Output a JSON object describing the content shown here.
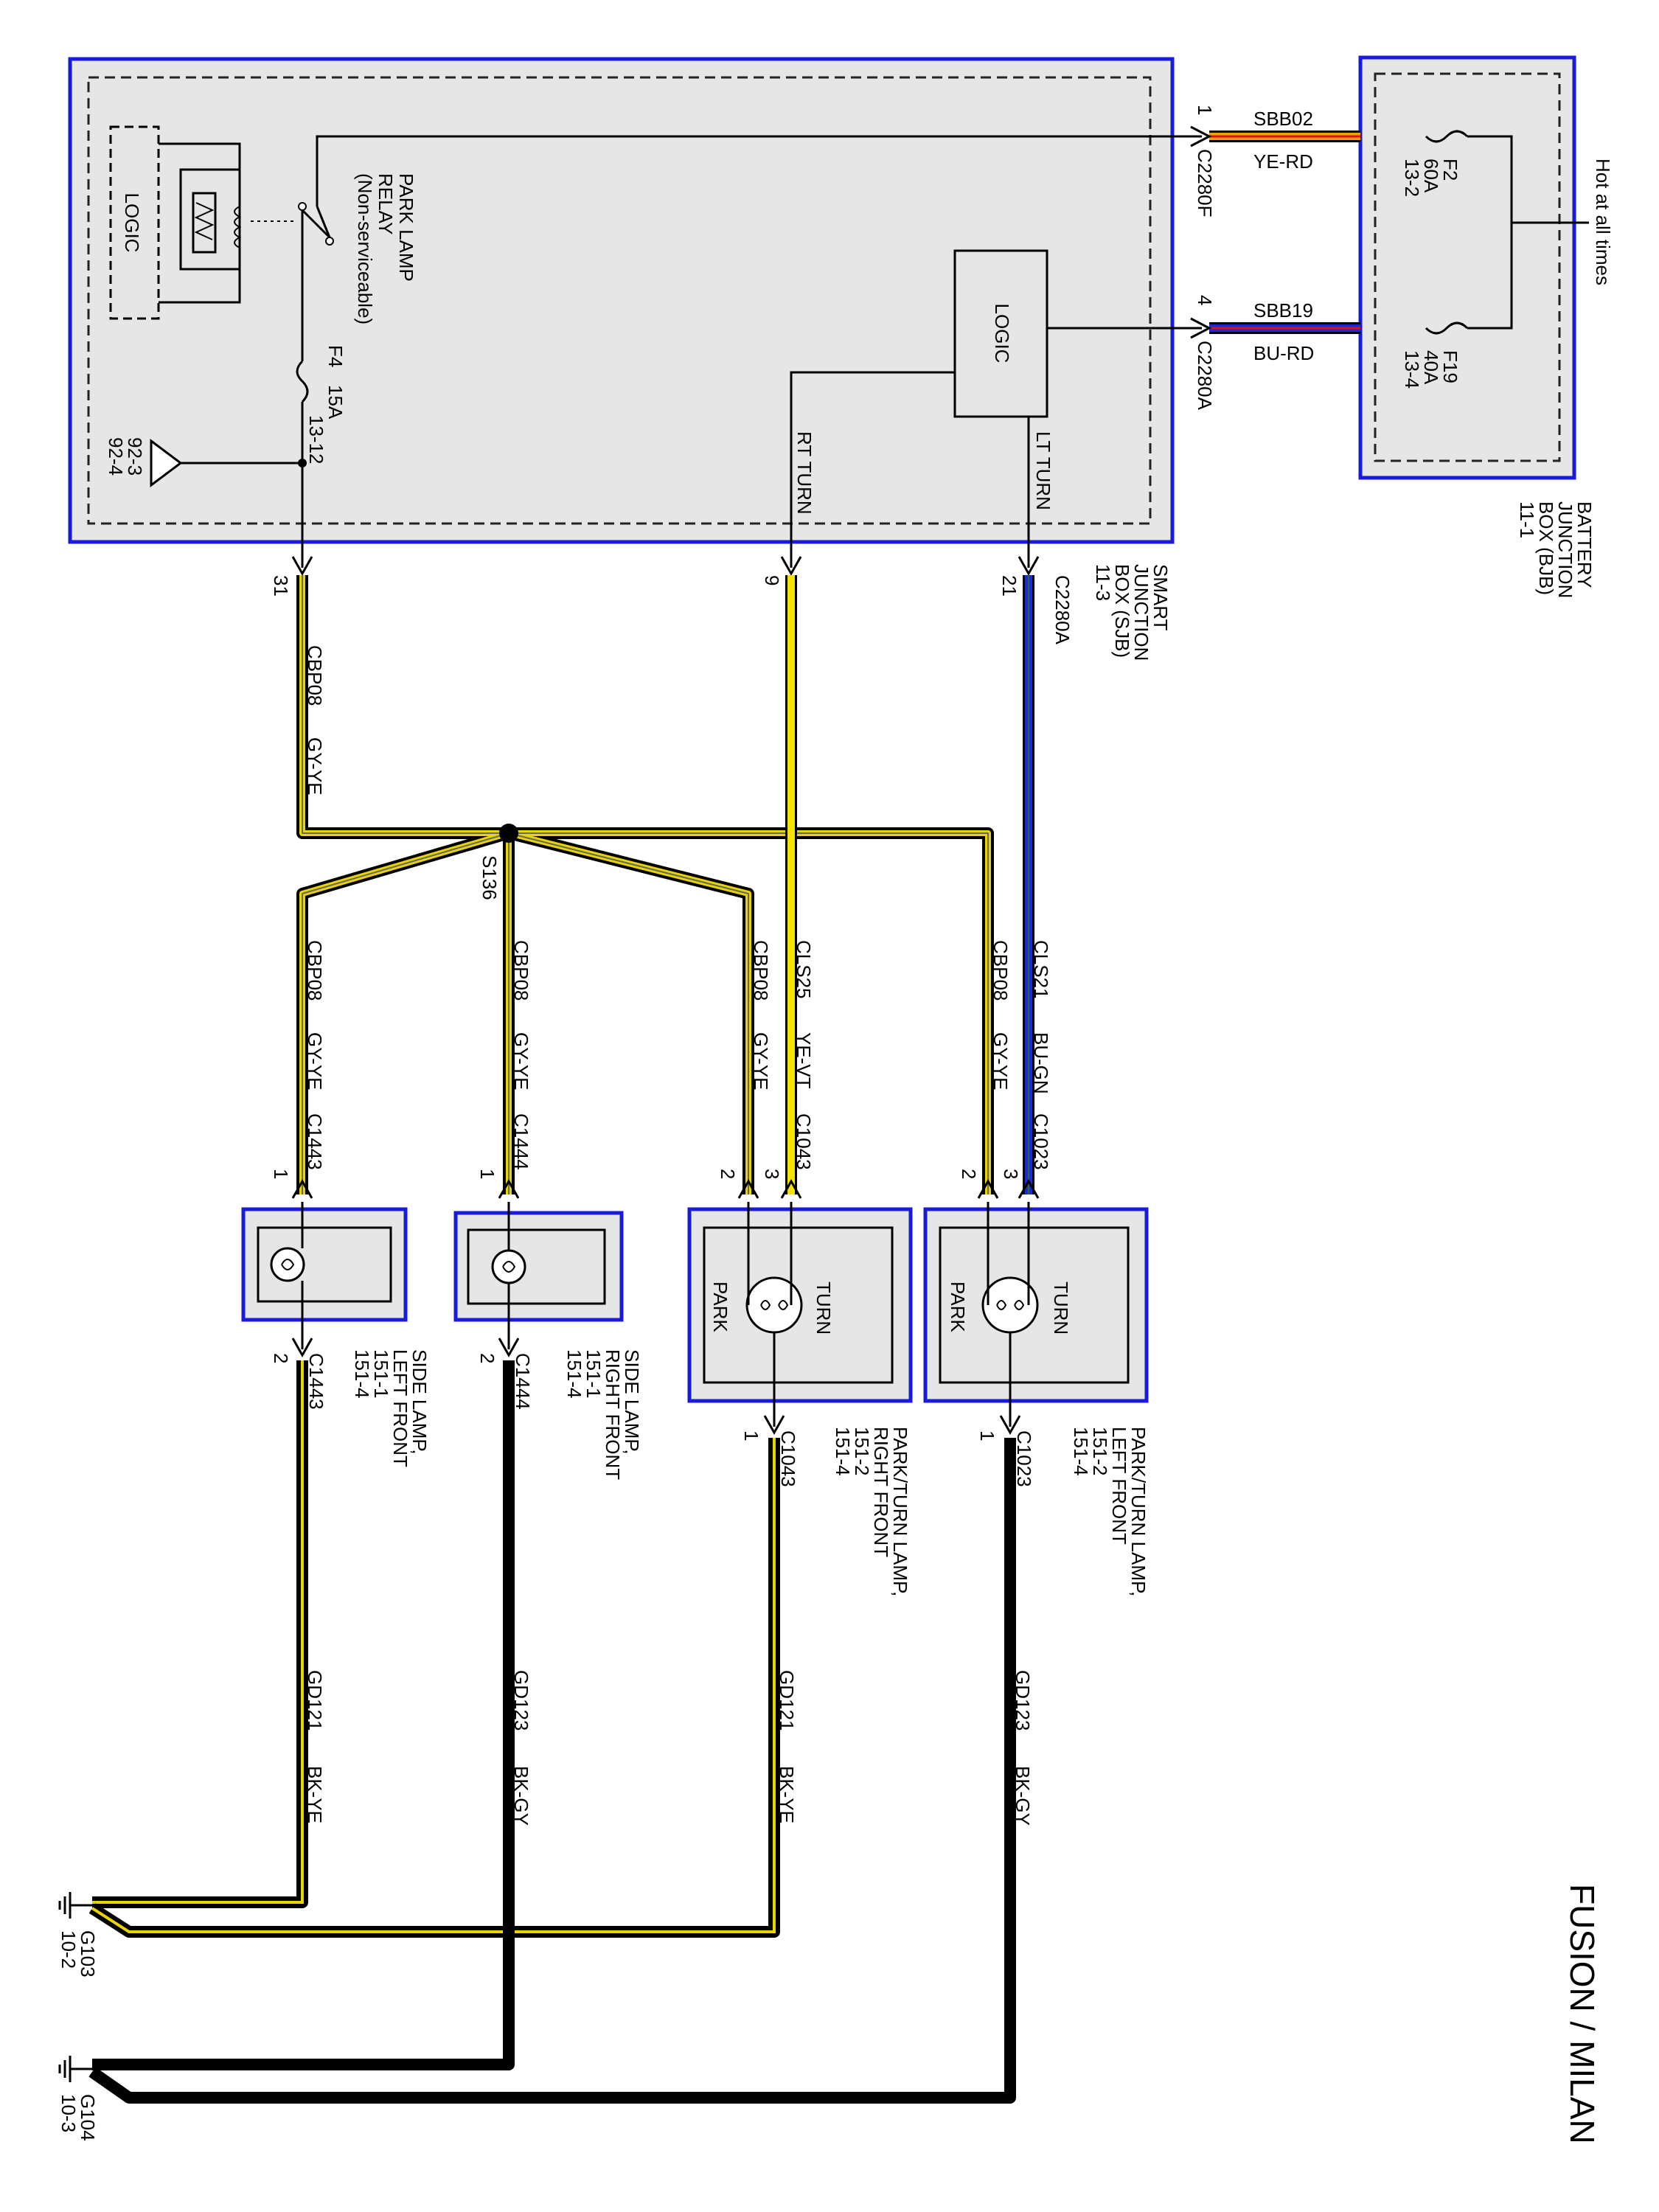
{
  "title": "FUSION / MILAN",
  "colors": {
    "gray_yellow": "#e8d400",
    "yellow": "#f4e200",
    "blue": "#1a2ad8",
    "red": "#e01010",
    "orange": "#f0a000",
    "black": "#000000",
    "module_border": "#1a1adc",
    "module_fill": "#e6e6e6"
  },
  "modules": {
    "sjb": {
      "name": "SMART",
      "line2": "JUNCTION",
      "line3": "BOX (SJB)",
      "ref": "11-3"
    },
    "bjb": {
      "name": "BATTERY",
      "line2": "JUNCTION",
      "line3": "BOX (BJB)",
      "ref": "11-1"
    }
  },
  "sjb": {
    "logic_left": "LOGIC",
    "logic_right": "LOGIC",
    "relay": {
      "l1": "PARK LAMP",
      "l2": "RELAY",
      "l3": "(Non-serviceable)"
    },
    "fuse_f4": {
      "name": "F4",
      "amp": "15A",
      "ref": "13-12"
    },
    "ground_ref1": "92-3",
    "ground_ref2": "92-4",
    "rt_turn": "RT TURN",
    "lt_turn": "LT TURN"
  },
  "bjb": {
    "hot": "Hot at all times",
    "fuse_f2": {
      "name": "F2",
      "amp": "60A",
      "ref": "13-2"
    },
    "fuse_f19": {
      "name": "F19",
      "amp": "40A",
      "ref": "13-4"
    }
  },
  "connectors": {
    "c2280f": {
      "pin": "1",
      "name": "C2280F",
      "circuit": "SBB02",
      "color": "YE-RD"
    },
    "c2280a_in": {
      "pin": "4",
      "name": "C2280A",
      "circuit": "SBB19",
      "color": "BU-RD"
    },
    "pin31": "31",
    "pin9": "9",
    "pin21": "21",
    "c2280a_out": "C2280A"
  },
  "wires": {
    "cbp08_main": {
      "circuit": "CBP08",
      "color": "GY-YE"
    },
    "splice": "S136",
    "b1": {
      "circuit": "CBP08",
      "color": "GY-YE",
      "conn": "C1443",
      "pin": "1"
    },
    "b2": {
      "circuit": "CBP08",
      "color": "GY-YE",
      "conn": "C1444",
      "pin": "1"
    },
    "b3": {
      "circuit": "CBP08",
      "color": "GY-YE",
      "pin": "2"
    },
    "cls25": {
      "circuit": "CLS25",
      "color": "YE-VT",
      "conn": "C1043",
      "pin": "3"
    },
    "b4": {
      "circuit": "CBP08",
      "color": "GY-YE",
      "pin": "2"
    },
    "cls21": {
      "circuit": "CLS21",
      "color": "BU-GN",
      "conn": "C1023",
      "pin": "3"
    }
  },
  "lamps": {
    "side_lf": {
      "l1": "SIDE LAMP,",
      "l2": "LEFT FRONT",
      "r1": "151-1",
      "r2": "151-4",
      "conn": "C1443",
      "pin": "2"
    },
    "side_rf": {
      "l1": "SIDE LAMP,",
      "l2": "RIGHT FRONT",
      "r1": "151-1",
      "r2": "151-4",
      "conn": "C1444",
      "pin": "2"
    },
    "pt_rf": {
      "l1": "PARK/TURN LAMP,",
      "l2": "RIGHT FRONT",
      "r1": "151-2",
      "r2": "151-4",
      "conn": "C1043",
      "pin": "1",
      "turn": "TURN",
      "park": "PARK"
    },
    "pt_lf": {
      "l1": "PARK/TURN LAMP,",
      "l2": "LEFT FRONT",
      "r1": "151-2",
      "r2": "151-4",
      "conn": "C1023",
      "pin": "1",
      "turn": "TURN",
      "park": "PARK"
    }
  },
  "grounds": {
    "gd121_a": {
      "circuit": "GD121",
      "color": "BK-YE"
    },
    "gd123_a": {
      "circuit": "GD123",
      "color": "BK-GY"
    },
    "gd121_b": {
      "circuit": "GD121",
      "color": "BK-YE"
    },
    "gd123_b": {
      "circuit": "GD123",
      "color": "BK-GY"
    },
    "g103": {
      "name": "G103",
      "ref": "10-2"
    },
    "g104": {
      "name": "G104",
      "ref": "10-3"
    }
  }
}
